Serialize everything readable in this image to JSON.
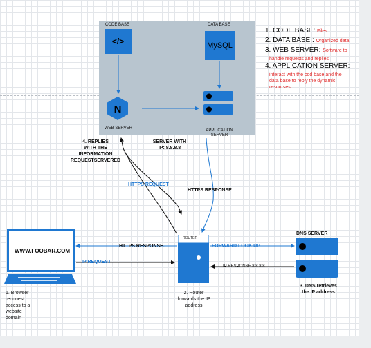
{
  "server_panel": {
    "code_base_label": "CODE BASE",
    "code_base_symbol": "</>",
    "database_label": "DATA BASE",
    "database_symbol": "MySQL",
    "web_server_symbol": "N",
    "web_server_label": "WEB SERVER",
    "app_server_label": "APPLICATION SERVER",
    "panel_color": "#b8c5cf",
    "accent_color": "#1f78d1"
  },
  "legend": {
    "item1_title": "1. CODE BASE:",
    "item1_desc": "Files",
    "item2_title": "2. DATA BASE :",
    "item2_desc": "Organized data",
    "item3_title": "3. WEB SERVER:",
    "item3_desc": "Software to",
    "item3_desc2": "handle requests and replies",
    "item4_title": "4. APPLICATION SERVER:",
    "item4_desc": "interact with the cod base and the",
    "item4_desc2": "data base  to reply  the dynamic",
    "item4_desc3": "resourses",
    "desc_color": "#e02b2b"
  },
  "labels": {
    "replies": "4. REPLIES WITH THE INFORMATION REQUESTSERVERED",
    "replies_l1": "4. REPLIES",
    "replies_l2": "WITH  THE",
    "replies_l3": "INFORMATION",
    "replies_l4": "REQUESTSERVERED",
    "server_ip_l1": "SERVER WITH",
    "server_ip_l2": "IP:  8.8.8.8",
    "https_request": "HTTPS  REQUEST",
    "https_response_top": "HTTPS RESPONSE",
    "https_response_bottom": "HTTPS RESPONSE.",
    "router_label": "ROUTER",
    "forward_lookup": "FORWARD LOOK UP",
    "ip_request": "IP REQUEST",
    "ip_response": "IP RESPONSE  8.8.8.8",
    "dns_server": "DNS SERVER",
    "url": "WWW.FOOBAR.COM",
    "step1_l1": "1. Browser",
    "step1_l2": "requuest",
    "step1_l3": "access to a",
    "step1_l4": "website",
    "step1_l5": "domain",
    "step2_l1": "2. Router",
    "step2_l2": "forwards the IP",
    "step2_l3": "address",
    "step3_l1": "3. DNS retrieves",
    "step3_l2": "the IP address"
  }
}
